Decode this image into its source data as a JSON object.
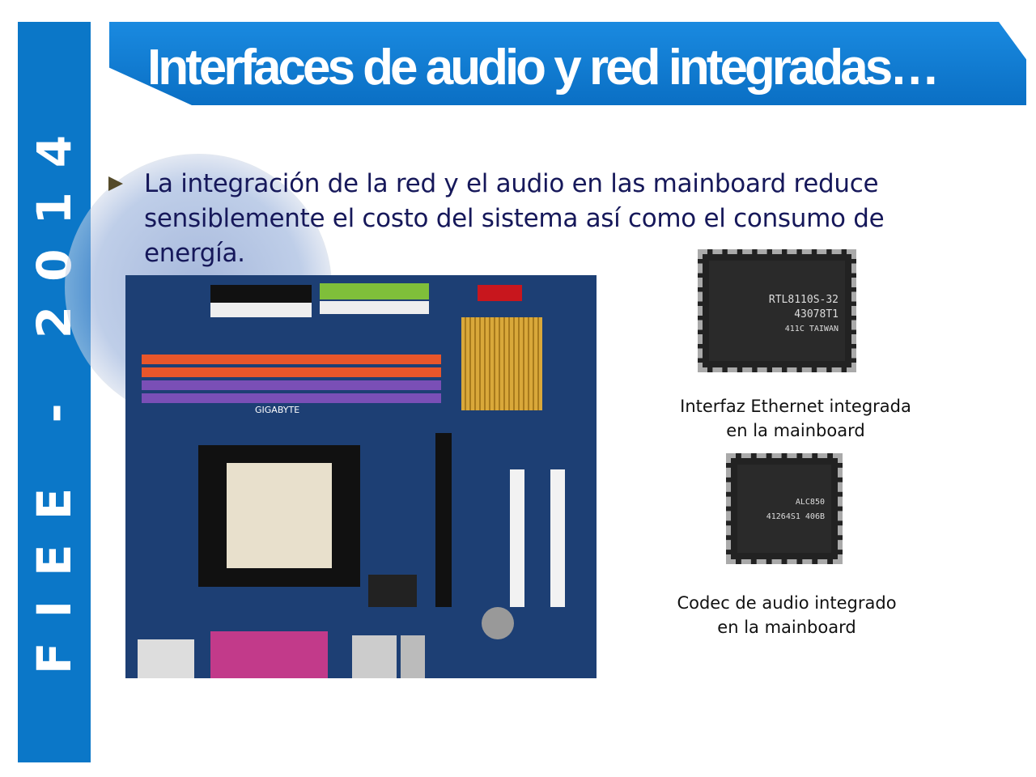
{
  "sidebar": {
    "text": "FIEE - 2014"
  },
  "title": "Interfaces de audio y red integradas…",
  "bullet": {
    "text": "La integración de la red y el audio en las mainboard reduce sensiblemente el costo del sistema así como el consumo de energía."
  },
  "images": {
    "motherboard": {
      "brand": "GIGABYTE"
    },
    "ethernet_chip": {
      "lines": [
        "RTL8110S-32",
        "43078T1",
        "411C TAIWAN"
      ],
      "caption_line1": "Interfaz Ethernet integrada",
      "caption_line2": "en la mainboard"
    },
    "audio_chip": {
      "lines": [
        "ALC850",
        "41264S1 406B"
      ],
      "caption_line1": "Codec de audio integrado",
      "caption_line2": "en la mainboard"
    }
  },
  "colors": {
    "accent": "#0b77c8",
    "text": "#16185a"
  }
}
